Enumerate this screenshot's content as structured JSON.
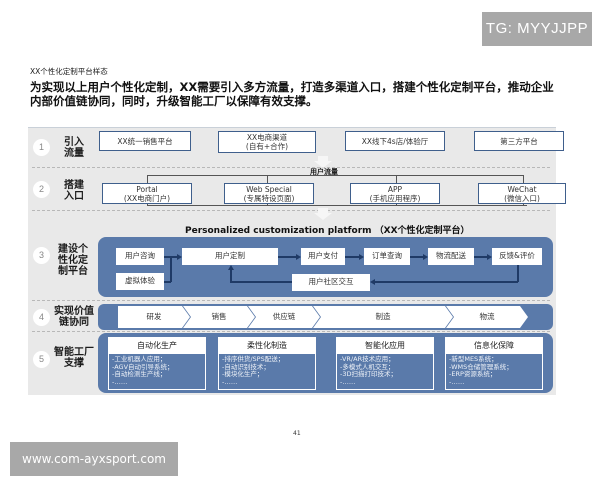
{
  "watermarks": {
    "top": "TG: MYYJJPP",
    "bottom": "www.com-ayxsport.com"
  },
  "page": {
    "subtitle": "XX个性化定制平台样态",
    "headline_line1": "为实现以上用户个性化定制，XX需要引入多方流量，打造多渠道入口，搭建个性化定制平台，推动企业",
    "headline_line2": "内部价值链协同，同时，升级智能工厂以保障有效支撑。",
    "page_number": "41"
  },
  "colors": {
    "panel_blue": "#5a7aaa",
    "box_border": "#3f5f8c",
    "background_gray": "#e9e9e9"
  },
  "rows": [
    {
      "num": "1",
      "label_line1": "引入",
      "label_line2": "流量",
      "boxes": [
        {
          "line1": "XX统一销售平台",
          "line2": ""
        },
        {
          "line1": "XX电商渠道",
          "line2": "(自有+合作)"
        },
        {
          "line1": "XX线下4s店/体验厅",
          "line2": ""
        },
        {
          "line1": "第三方平台",
          "line2": ""
        }
      ]
    },
    {
      "num": "2",
      "label_line1": "搭建",
      "label_line2": "入口",
      "flow_label": "用户流量",
      "boxes": [
        {
          "line1": "Portal",
          "line2": "(XX电商门户)"
        },
        {
          "line1": "Web Special",
          "line2": "(专属特设页面)"
        },
        {
          "line1": "APP",
          "line2": "(手机应用程序)"
        },
        {
          "line1": "WeChat",
          "line2": "(微信入口)"
        }
      ]
    },
    {
      "num": "3",
      "label_line1": "建设个",
      "label_line2": "性化定",
      "label_line3": "制平台",
      "platform_title": "Personalized customization platform  （XX个性化定制平台）",
      "steps": {
        "consult": "用户咨询",
        "virtual": "虚拟体验",
        "customize": "用户定制",
        "pay": "用户支付",
        "order": "订单查询",
        "logistics": "物流配送",
        "feedback": "反馈&评价",
        "community": "用户社区交互"
      }
    },
    {
      "num": "4",
      "label_line1": "实现价值",
      "label_line2": "链协同",
      "chain": [
        "研发",
        "销售",
        "供应链",
        "制造",
        "物流"
      ]
    },
    {
      "num": "5",
      "label_line1": "智能工厂",
      "label_line2": "支撑",
      "capabilities": [
        {
          "title": "自动化生产",
          "items": [
            "-工业机器人应用；",
            "-AGV自动引导系统；",
            "-自动检测生产线；",
            "-……"
          ]
        },
        {
          "title": "柔性化制造",
          "items": [
            "-排序供货/SPS配送；",
            "-自动识别技术；",
            "-模块化生产；",
            "-……"
          ]
        },
        {
          "title": "智能化应用",
          "items": [
            "-VR/AR技术应用；",
            "-多模式人机交互；",
            "-3D扫描打印技术；",
            "-……"
          ]
        },
        {
          "title": "信息化保障",
          "items": [
            "-新型MES系统；",
            "-WMS仓储管理系统；",
            "-ERP资源系统；",
            "-……"
          ]
        }
      ]
    }
  ]
}
